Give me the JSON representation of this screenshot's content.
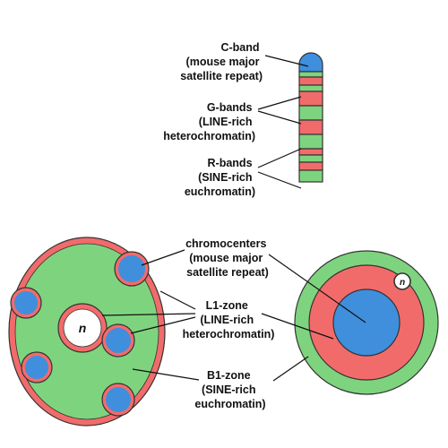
{
  "colors": {
    "blue": "#3f8fdc",
    "red": "#f26b6b",
    "green": "#7ed47e",
    "white": "#ffffff",
    "outline": "#333333"
  },
  "chromosome": {
    "labels": {
      "c_band": [
        "C-band",
        "(mouse major",
        "satellite repeat)"
      ],
      "g_bands": [
        "G-bands",
        "(LINE-rich",
        "heterochromatin)"
      ],
      "r_bands": [
        "R-bands",
        "(SINE-rich",
        "euchromatin)"
      ]
    },
    "bands": [
      {
        "type": "C",
        "color": "blue"
      },
      {
        "type": "R",
        "color": "green"
      },
      {
        "type": "G",
        "color": "red"
      },
      {
        "type": "R",
        "color": "green"
      },
      {
        "type": "G",
        "color": "red"
      },
      {
        "type": "R",
        "color": "green"
      },
      {
        "type": "G",
        "color": "red"
      },
      {
        "type": "R",
        "color": "green"
      },
      {
        "type": "G",
        "color": "red"
      },
      {
        "type": "R",
        "color": "green"
      },
      {
        "type": "G",
        "color": "red"
      },
      {
        "type": "R",
        "color": "green"
      }
    ]
  },
  "nucleus_labels": {
    "chromocenters": [
      "chromocenters",
      "(mouse major",
      "satellite repeat)"
    ],
    "l1_zone": [
      "L1-zone",
      "(LINE-rich",
      "heterochromatin)"
    ],
    "b1_zone": [
      "B1-zone",
      "(SINE-rich",
      "euchromatin)"
    ]
  },
  "nucleolus_symbol": "n"
}
